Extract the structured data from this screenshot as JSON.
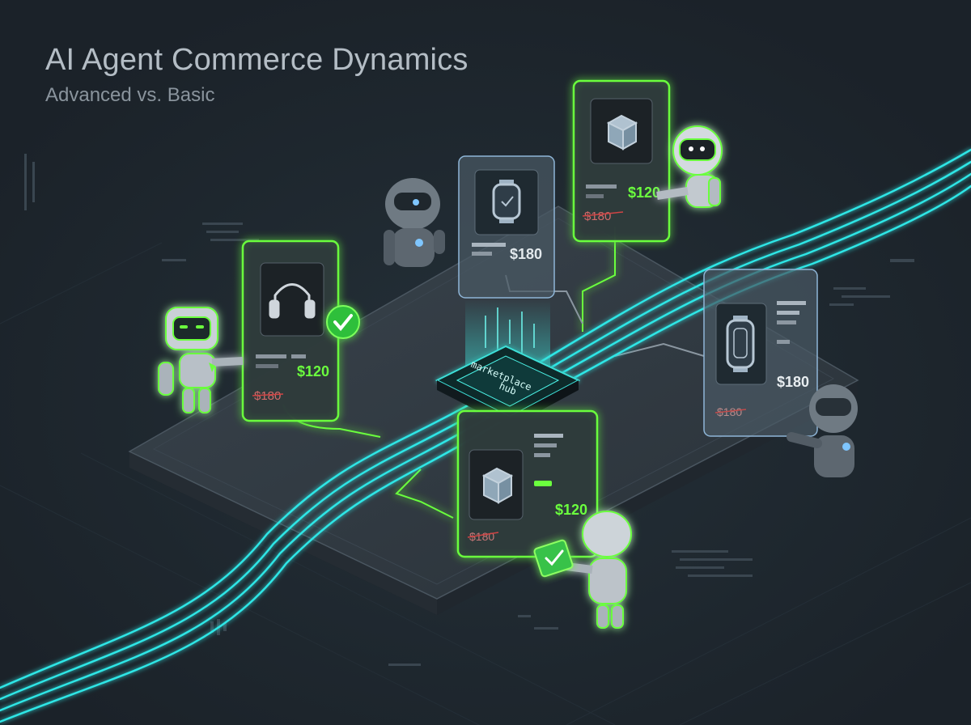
{
  "header": {
    "title": "AI Agent Commerce Dynamics",
    "subtitle": "Advanced vs. Basic"
  },
  "hub": {
    "label_line1": "marketplace",
    "label_line2": "hub"
  },
  "cards": [
    {
      "id": "headphones",
      "icon": "headphones-icon",
      "variant": "advanced",
      "price_old": "$180",
      "price_new": "$120",
      "accepted": true
    },
    {
      "id": "watch-center",
      "icon": "smartwatch-icon",
      "variant": "basic",
      "price_old": "",
      "price_new": "$180",
      "accepted": false
    },
    {
      "id": "box-top",
      "icon": "package-box-icon",
      "variant": "advanced",
      "price_old": "$180",
      "price_new": "$120",
      "accepted": false
    },
    {
      "id": "watch-right",
      "icon": "smartwatch-icon",
      "variant": "basic",
      "price_old": "$180",
      "price_new": "$180",
      "accepted": false
    },
    {
      "id": "box-bottom",
      "icon": "package-box-icon",
      "variant": "advanced",
      "price_old": "$180",
      "price_new": "$120",
      "accepted": false
    }
  ],
  "agents": [
    {
      "id": "agent-left",
      "type": "advanced"
    },
    {
      "id": "agent-top-center",
      "type": "basic"
    },
    {
      "id": "agent-top-right",
      "type": "advanced"
    },
    {
      "id": "agent-right",
      "type": "basic"
    },
    {
      "id": "agent-bottom",
      "type": "advanced"
    }
  ],
  "colors": {
    "background": "#1b2229",
    "advanced_green": "#6bff3e",
    "basic_blue": "#8fb6d8",
    "data_stream_cyan": "#2ee6e6"
  }
}
